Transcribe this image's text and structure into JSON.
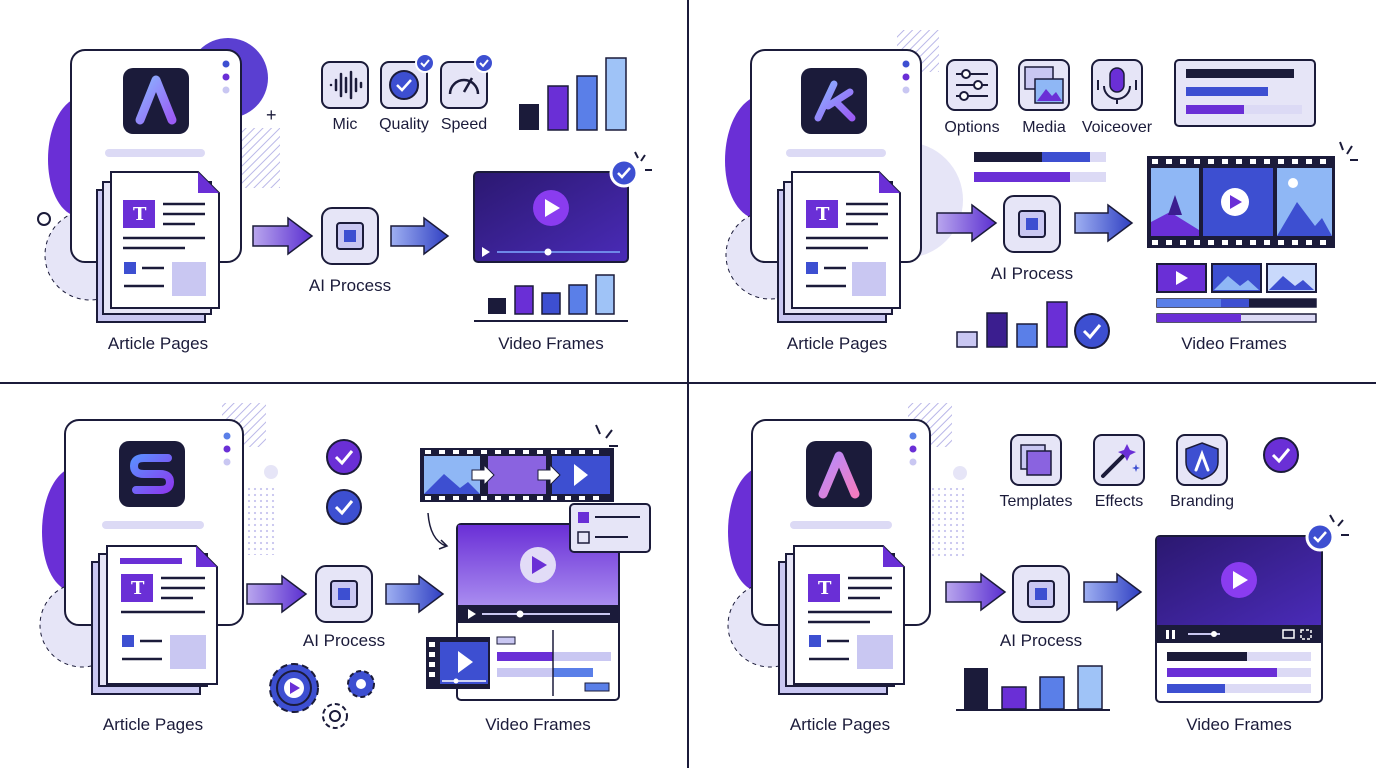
{
  "panels": [
    {
      "id": "top-left",
      "app_logo": "a-logo-icon",
      "source_label": "Article Pages",
      "process_label": "AI Process",
      "output_label": "Video Frames",
      "option_icons": [
        {
          "label": "Mic",
          "icon": "mic-waveform-icon"
        },
        {
          "label": "Quality",
          "icon": "quality-badge-icon"
        },
        {
          "label": "Speed",
          "icon": "speed-gauge-icon"
        }
      ]
    },
    {
      "id": "top-right",
      "app_logo": "k-logo-icon",
      "source_label": "Article Pages",
      "process_label": "AI Process",
      "output_label": "Video Frames",
      "option_icons": [
        {
          "label": "Options",
          "icon": "sliders-icon"
        },
        {
          "label": "Media",
          "icon": "media-images-icon"
        },
        {
          "label": "Voiceover",
          "icon": "microphone-icon"
        }
      ]
    },
    {
      "id": "bottom-left",
      "app_logo": "s-logo-icon",
      "source_label": "Article Pages",
      "process_label": "AI Process",
      "output_label": "Video Frames",
      "option_icons": []
    },
    {
      "id": "bottom-right",
      "app_logo": "a-logo-icon",
      "source_label": "Article Pages",
      "process_label": "AI Process",
      "output_label": "Video Frames",
      "option_icons": [
        {
          "label": "Templates",
          "icon": "templates-icon"
        },
        {
          "label": "Effects",
          "icon": "magic-wand-icon"
        },
        {
          "label": "Branding",
          "icon": "branding-shield-icon"
        }
      ]
    }
  ],
  "colors": {
    "navy": "#1b1b3a",
    "purple": "#6a2fd6",
    "deep_purple": "#3b1e8f",
    "blue": "#3d4fd1",
    "lavender": "#c9c7f2",
    "pale": "#e6e5f7",
    "light_blue": "#8fb7f5"
  }
}
